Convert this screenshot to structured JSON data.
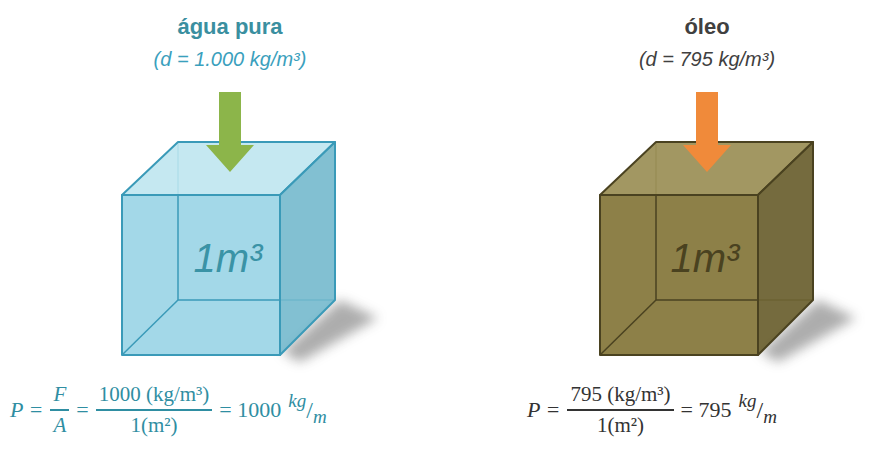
{
  "diagram": {
    "nodes": [
      {
        "text": [
          "água pura",
          "(d = 1.000 kg/m³)",
          "1m³"
        ]
      },
      {
        "text": [
          "óleo",
          "(d = 795 kg/m³)",
          "1m³"
        ]
      }
    ],
    "labels": [
      "P =",
      "F",
      "A",
      "=",
      "1000 (kg/m³)",
      "1(m²)",
      "= 1000",
      "kg",
      "/",
      "m",
      "P =",
      "795 (kg/m³)",
      "1(m²)",
      "= 795",
      "kg",
      "/",
      "m"
    ]
  }
}
